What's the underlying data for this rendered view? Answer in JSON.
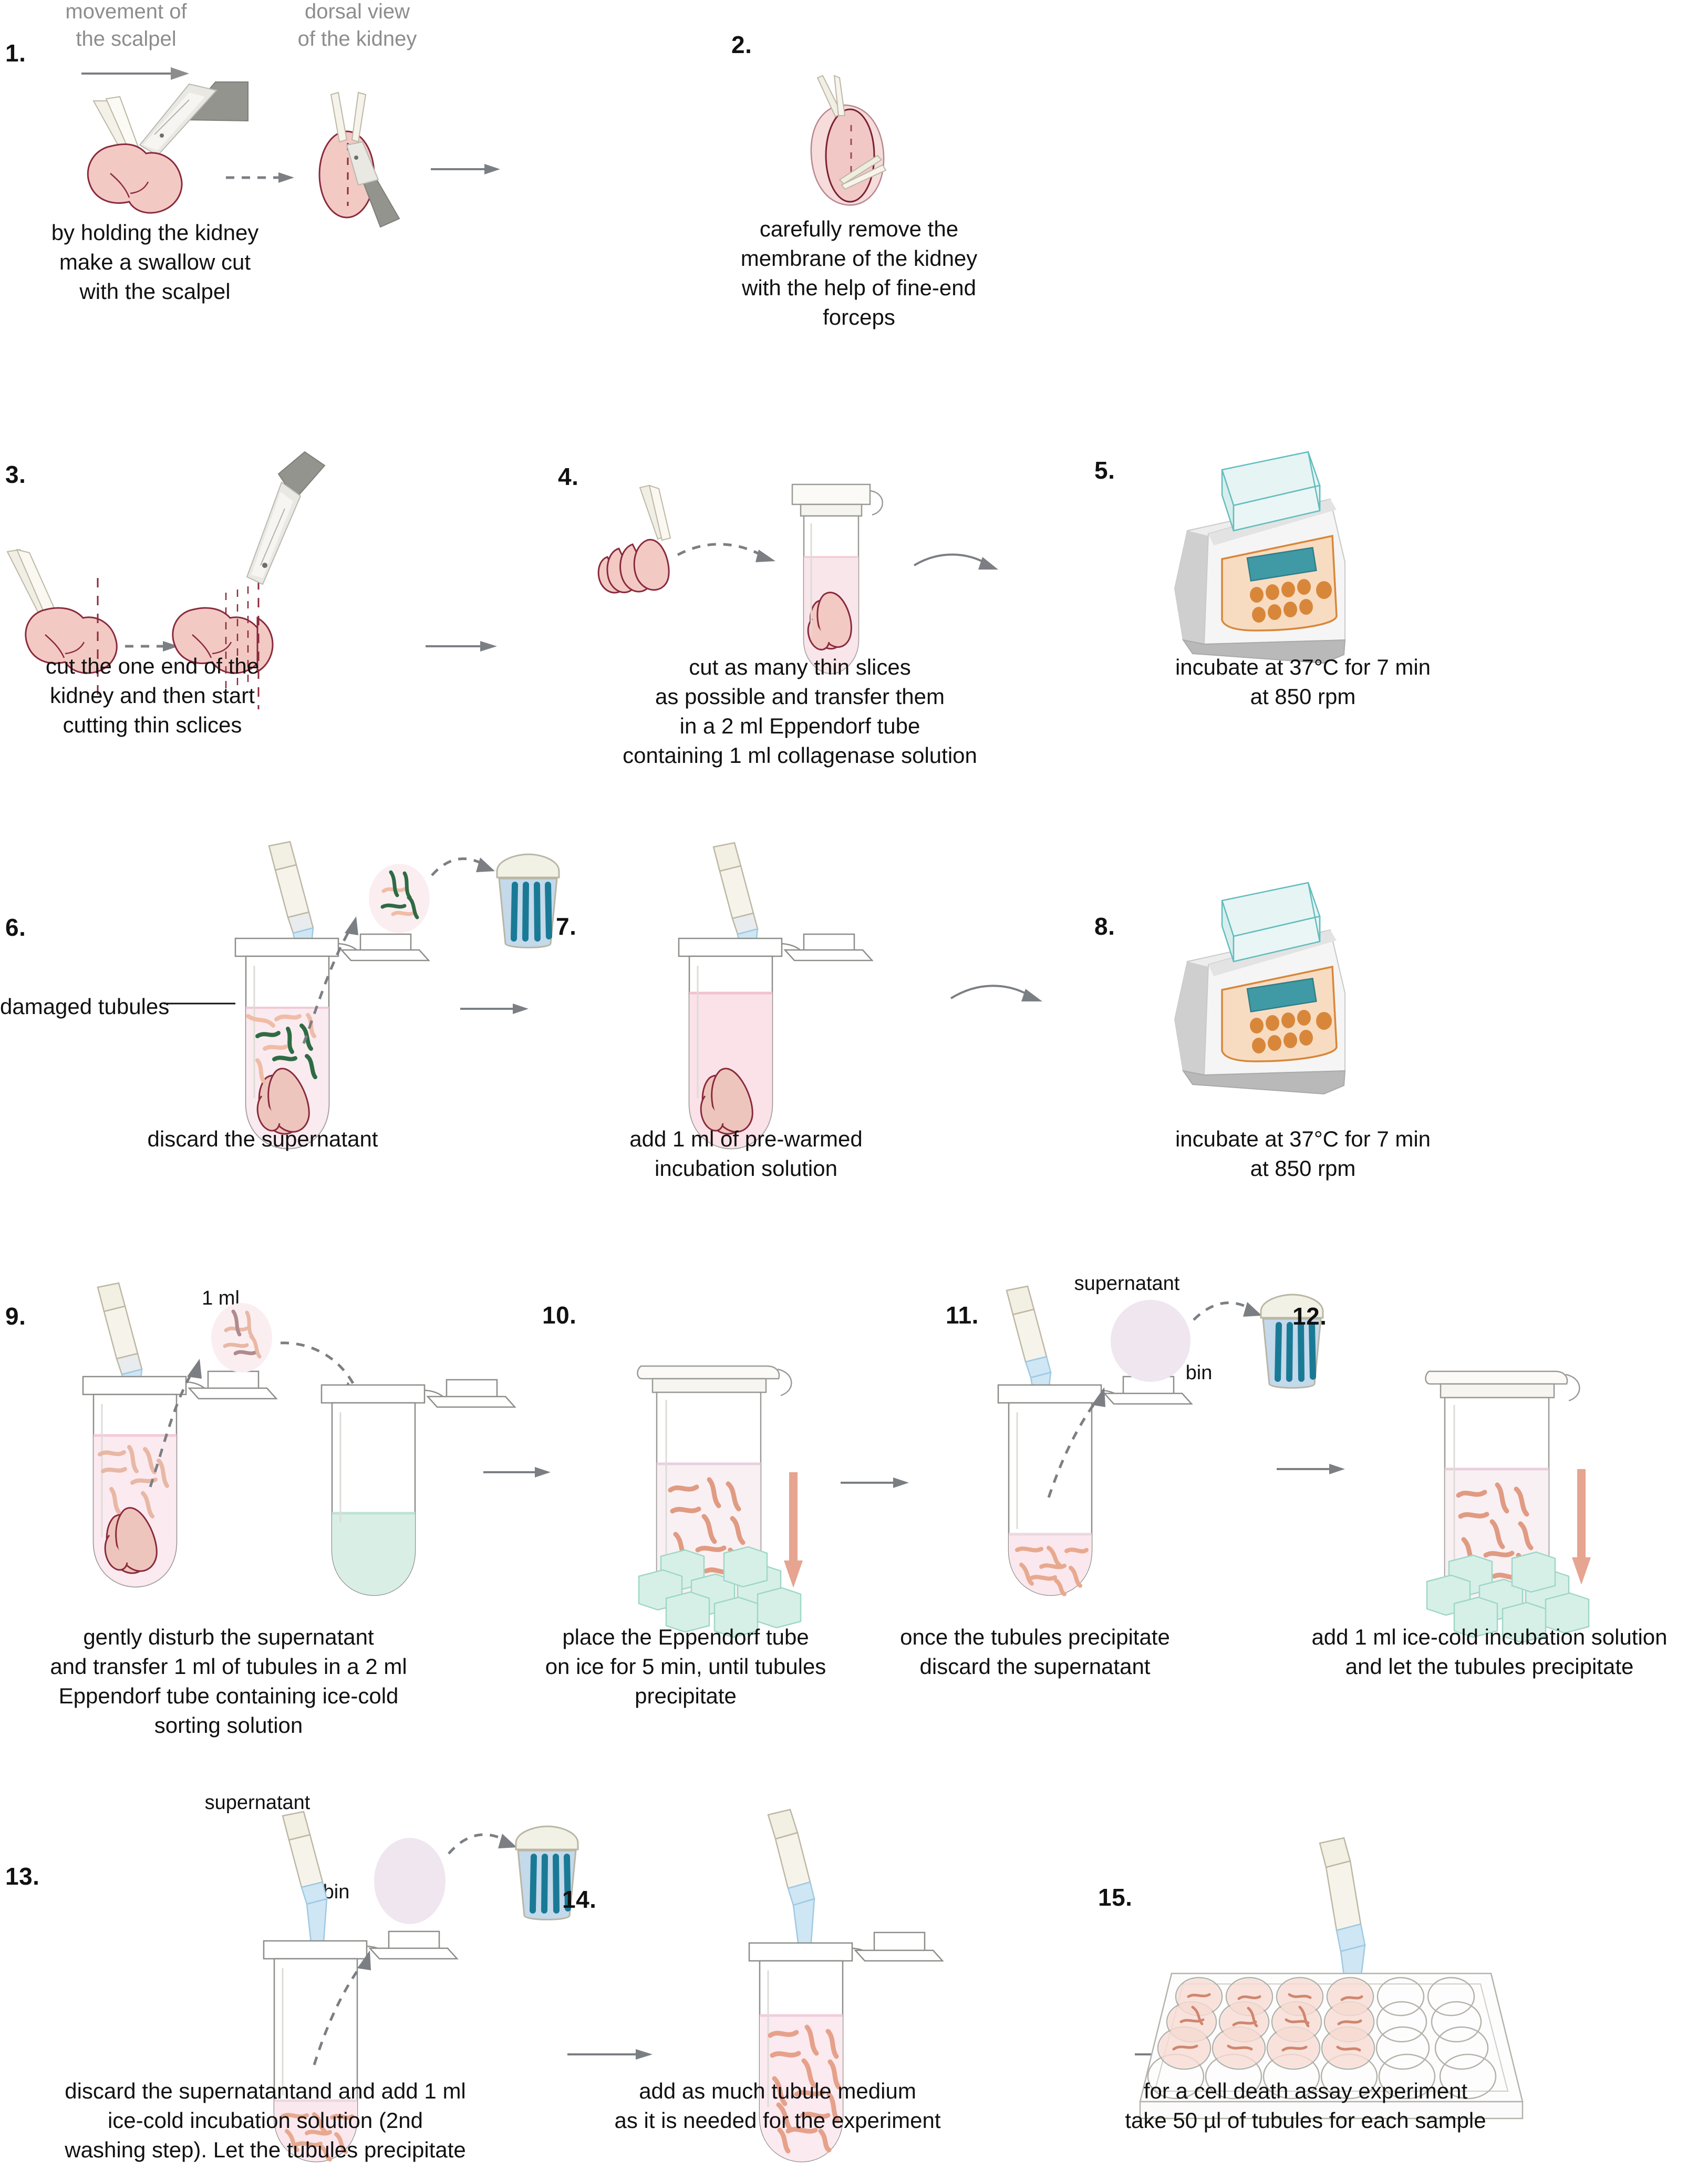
{
  "figure": {
    "title_text": "",
    "type": "laboratory protocol step diagram",
    "annotations": {
      "movement_of_scalpel": "movement of\nthe scalpel",
      "dorsal_view": "dorsal view\nof the kidney",
      "damaged_tubules": "damaged tubules",
      "volume_1ml": "1 ml",
      "supernatant_11": "supernatant",
      "supernatant_13": "supernatant",
      "bin_6": "bin",
      "bin_11": "bin",
      "bin_13": "bin"
    },
    "colors": {
      "kidney_fill": "#f3c9c4",
      "kidney_stroke": "#8a2a3c",
      "scalpel_blade": "#e7e6e1",
      "scalpel_handle": "#8e9089",
      "forceps": "#efece0",
      "tube_liquid_pink": "#f7dde4",
      "tube_liquid_mint": "#d9efe6",
      "ice_cube": "#bfe6dc",
      "thermomixer_body": "#efeff0",
      "thermomixer_panel": "#f8dcc2",
      "thermomixer_accent": "#d8873a",
      "thermomixer_display": "#3f9aa6",
      "bin_blue": "#1a7a96",
      "pipette_body": "#f2efe3",
      "pipette_tip": "#cfe6f5",
      "arrow_grey": "#7b7f83",
      "text_grey": "#8d8d8d",
      "tubule_pink": "#e6a491",
      "damaged_green": "#2e6b44"
    },
    "steps": [
      {
        "number": "1.",
        "caption": "by holding the kidney\nmake a swallow cut\nwith the scalpel"
      },
      {
        "number": "2.",
        "caption": "carefully remove the\nmembrane of the kidney\nwith the help of fine-end\nforceps"
      },
      {
        "number": "3.",
        "caption": "cut the one end of the\nkidney and then start\ncutting thin sclices"
      },
      {
        "number": "4.",
        "caption": "cut as many thin slices\nas possible and transfer them\nin a 2 ml Eppendorf tube\ncontaining 1 ml collagenase solution"
      },
      {
        "number": "5.",
        "caption": "incubate at 37°C for 7 min\nat 850 rpm"
      },
      {
        "number": "6.",
        "caption": "discard the supernatant"
      },
      {
        "number": "7.",
        "caption": "add 1 ml of pre-warmed\nincubation solution"
      },
      {
        "number": "8.",
        "caption": "incubate at 37°C for 7 min\nat 850 rpm"
      },
      {
        "number": "9.",
        "caption": "gently disturb the supernatant\nand transfer 1 ml of tubules in a 2 ml\nEppendorf tube containing ice-cold\nsorting solution"
      },
      {
        "number": "10.",
        "caption": "place the Eppendorf tube\non ice for 5 min, until tubules\nprecipitate"
      },
      {
        "number": "11.",
        "caption": "once the tubules precipitate\ndiscard the supernatant"
      },
      {
        "number": "12.",
        "caption": "add 1 ml ice-cold incubation solution\nand let the tubules precipitate"
      },
      {
        "number": "13.",
        "caption": "discard the supernatantand and add 1 ml\nice-cold incubation solution (2nd\nwashing step). Let the tubules precipitate"
      },
      {
        "number": "14.",
        "caption": "add as much tubule medium\nas it is needed for the experiment"
      },
      {
        "number": "15.",
        "caption": "for a cell death assay experiment\ntake 50 µl of tubules for each sample"
      }
    ]
  }
}
